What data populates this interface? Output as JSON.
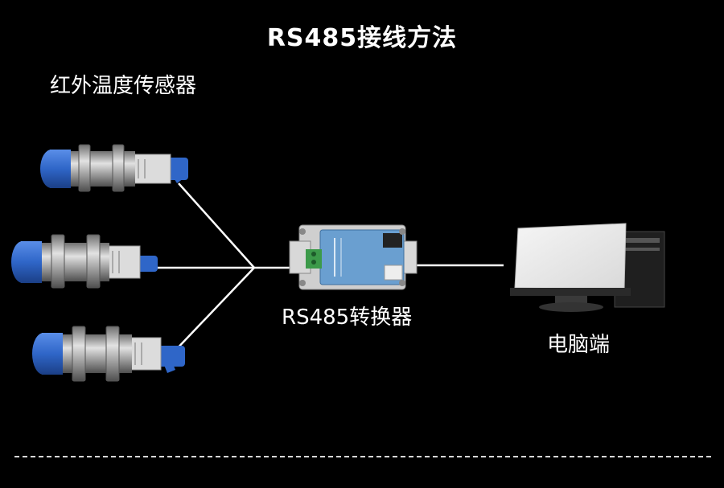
{
  "title": "RS485接线方法",
  "labels": {
    "sensors": "红外温度传感器",
    "converter": "RS485转换器",
    "computer": "电脑端"
  },
  "colors": {
    "background": "#000000",
    "wire": "#ffffff",
    "sensor_lens": "#2f66c8",
    "sensor_body": "#c9c9c9",
    "converter_body": "#6a9fd0"
  },
  "icons": [
    "sensor-image",
    "converter-image",
    "desktop-computer-image"
  ]
}
